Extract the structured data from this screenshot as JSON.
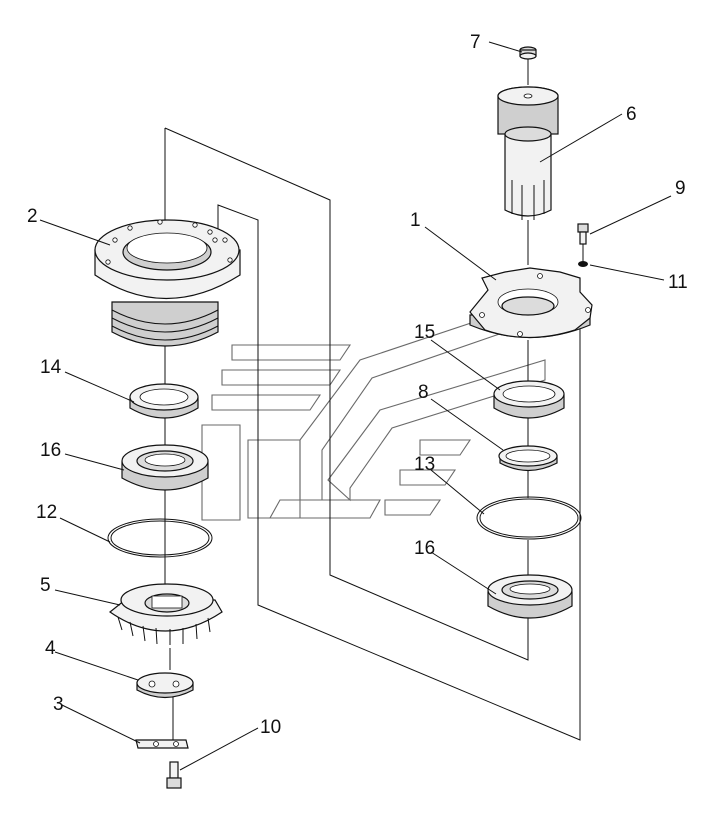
{
  "diagram": {
    "part_labels": [
      {
        "id": "p1",
        "text": "1"
      },
      {
        "id": "p2",
        "text": "2"
      },
      {
        "id": "p3",
        "text": "3"
      },
      {
        "id": "p4",
        "text": "4"
      },
      {
        "id": "p5",
        "text": "5"
      },
      {
        "id": "p6",
        "text": "6"
      },
      {
        "id": "p7",
        "text": "7"
      },
      {
        "id": "p8",
        "text": "8"
      },
      {
        "id": "p9",
        "text": "9"
      },
      {
        "id": "p10",
        "text": "10"
      },
      {
        "id": "p11",
        "text": "11"
      },
      {
        "id": "p12",
        "text": "12"
      },
      {
        "id": "p13",
        "text": "13"
      },
      {
        "id": "p14",
        "text": "14"
      },
      {
        "id": "p15",
        "text": "15"
      },
      {
        "id": "p16a",
        "text": "16"
      },
      {
        "id": "p16b",
        "text": "16"
      }
    ]
  }
}
